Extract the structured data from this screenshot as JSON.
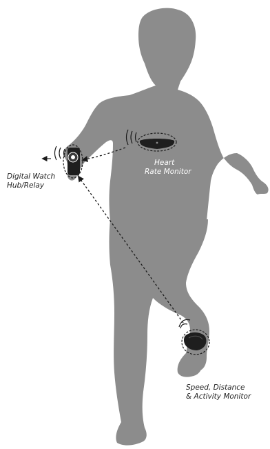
{
  "colors": {
    "silhouette": "#8c8c8c",
    "device": "#1e1e1e",
    "arrow": "#1a1a1a",
    "label_on_silhouette": "#ffffff",
    "label_on_background": "#222222"
  },
  "labels": {
    "watch": {
      "line1": "Digital Watch",
      "line2": "Hub/Relay"
    },
    "heart": {
      "line1": "Heart",
      "line2": "Rate Monitor"
    },
    "speed": {
      "line1": "Speed, Distance",
      "line2": "& Activity Monitor"
    }
  },
  "icons": {
    "watch": "wrist-watch-icon",
    "heart_sensor": "chest-strap-sensor-icon",
    "foot_pod": "foot-pod-sensor-icon"
  }
}
